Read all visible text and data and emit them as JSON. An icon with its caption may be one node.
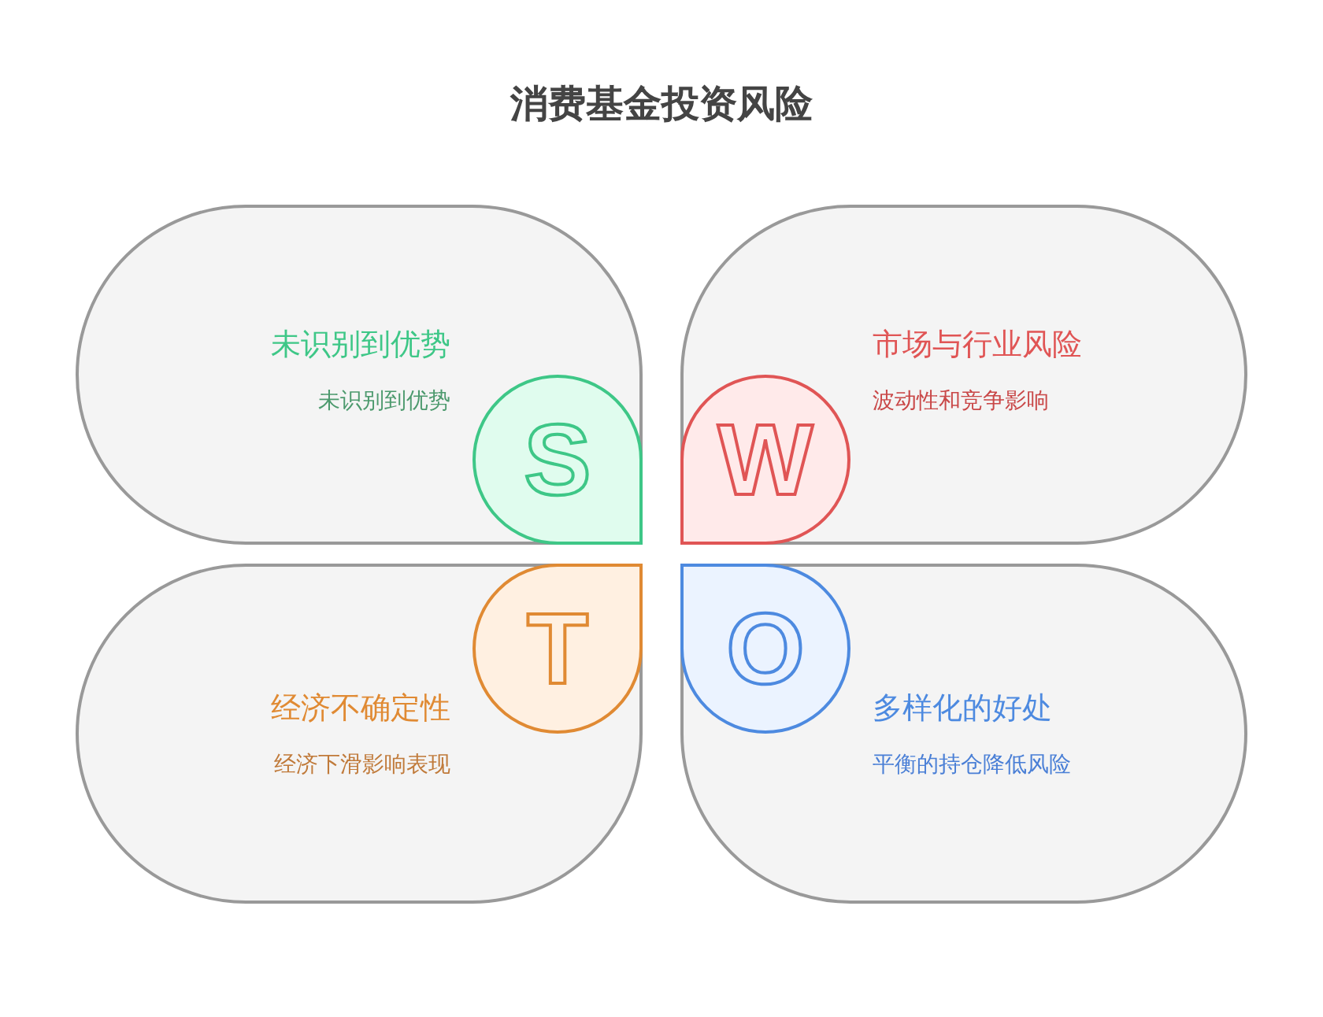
{
  "diagram": {
    "title": "消费基金投资风险",
    "nodes": [
      {
        "text": [
          "未识别到优势",
          "未识别到优势"
        ]
      },
      {
        "text": [
          "S"
        ],
        "in": 0
      },
      {
        "text": [
          "市场与行业风险",
          "波动性和竞争影响"
        ]
      },
      {
        "text": [
          "W"
        ],
        "in": 2
      },
      {
        "text": [
          "经济不确定性",
          "经济下滑影响表现"
        ]
      },
      {
        "text": [
          "T"
        ],
        "in": 4
      },
      {
        "text": [
          "多样化的好处",
          "平衡的持仓降低风险"
        ]
      },
      {
        "text": [
          "O"
        ],
        "in": 6
      }
    ]
  }
}
